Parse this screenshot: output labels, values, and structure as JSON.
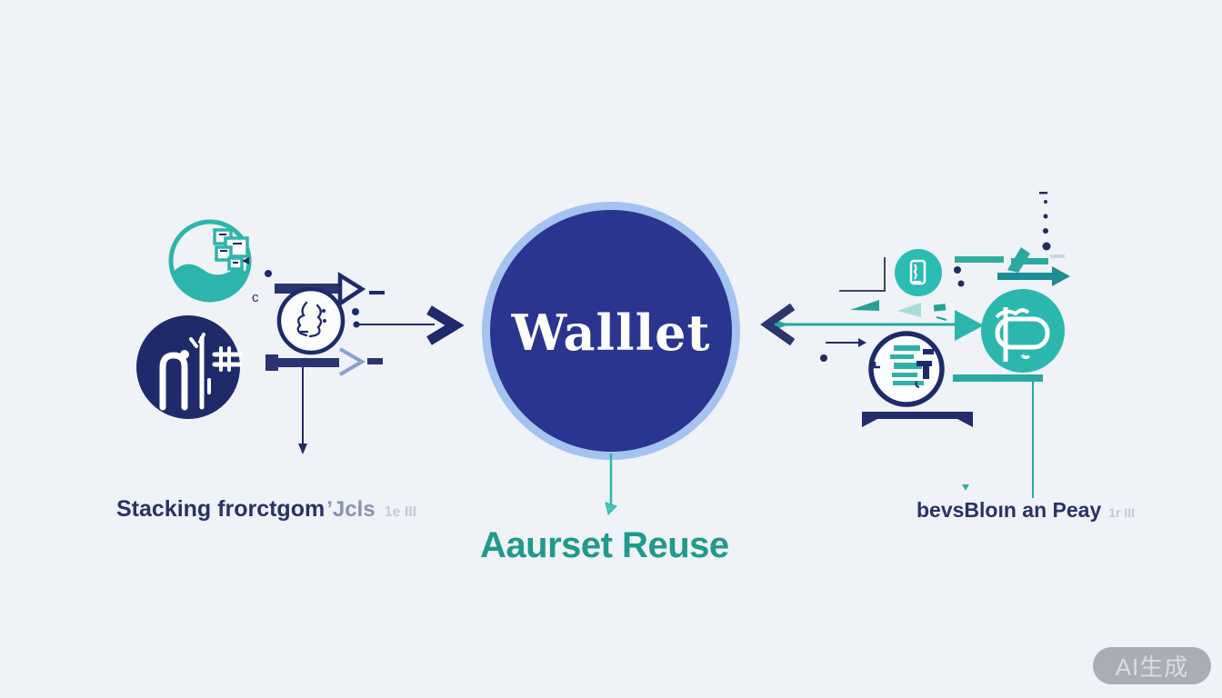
{
  "colors": {
    "background": "#eff2f7",
    "navy": "#1f2a6b",
    "navy_fill": "#2a3590",
    "halo": "#a4c3f1",
    "teal": "#2cb5ac",
    "teal_dark": "#1f8d95",
    "teal_text": "#1f9a8c",
    "navy_text": "#2b3263"
  },
  "center_node": {
    "label": "Walllet",
    "caption": "Aaurset Reuse"
  },
  "captions": {
    "left_main": "Stacking frorctgom",
    "left_faint": "ʼJcls",
    "left_faint2": "1e III",
    "right_main": "bevsBloın an Peay",
    "right_faint": "1r III"
  },
  "stray": {
    "c_mark": "c"
  },
  "watermark": {
    "label": "AI生成"
  },
  "icons": [
    "city-globe-icon",
    "people-icon",
    "profile-doodle-icon",
    "document-icon",
    "clip-icon",
    "list-circle-icon",
    "arrow-right-icon",
    "arrow-left-icon",
    "down-arrow-icon"
  ]
}
